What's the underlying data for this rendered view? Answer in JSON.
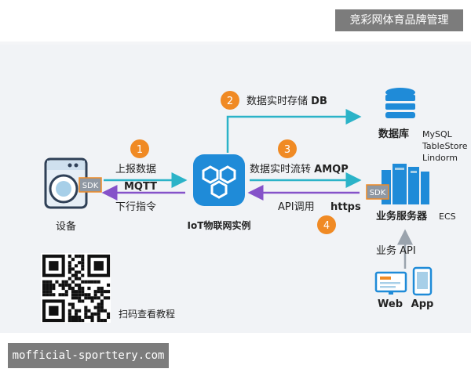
{
  "brand": "竞彩网体育品牌管理",
  "footer_domain": "mofficial-sporttery.com",
  "nodes": {
    "device": "设备",
    "iot": "IoT物联网实例",
    "database": "数据库",
    "db_types": [
      "MySQL",
      "TableStore",
      "Lindorm"
    ],
    "server": "业务服务器",
    "server_ecs": "ECS",
    "web": "Web",
    "app": "App",
    "sdk": "SDK"
  },
  "flows": {
    "step1": {
      "num": "1",
      "label": "上报数据",
      "protocol": "MQTT"
    },
    "downlink": "下行指令",
    "step2": {
      "num": "2",
      "label": "数据实时存储",
      "protocol": "DB"
    },
    "step3": {
      "num": "3",
      "label": "数据实时流转",
      "protocol": "AMQP"
    },
    "step4": {
      "num": "4",
      "label": "API调用",
      "protocol": "https"
    },
    "business_api": "业务  API"
  },
  "qr_caption": "扫码查看教程",
  "colors": {
    "orange": "#f08a24",
    "teal": "#2bb3c8",
    "purple": "#8552c9",
    "blue": "#1f8bd8",
    "arrow_gray": "#9aa3ad"
  }
}
